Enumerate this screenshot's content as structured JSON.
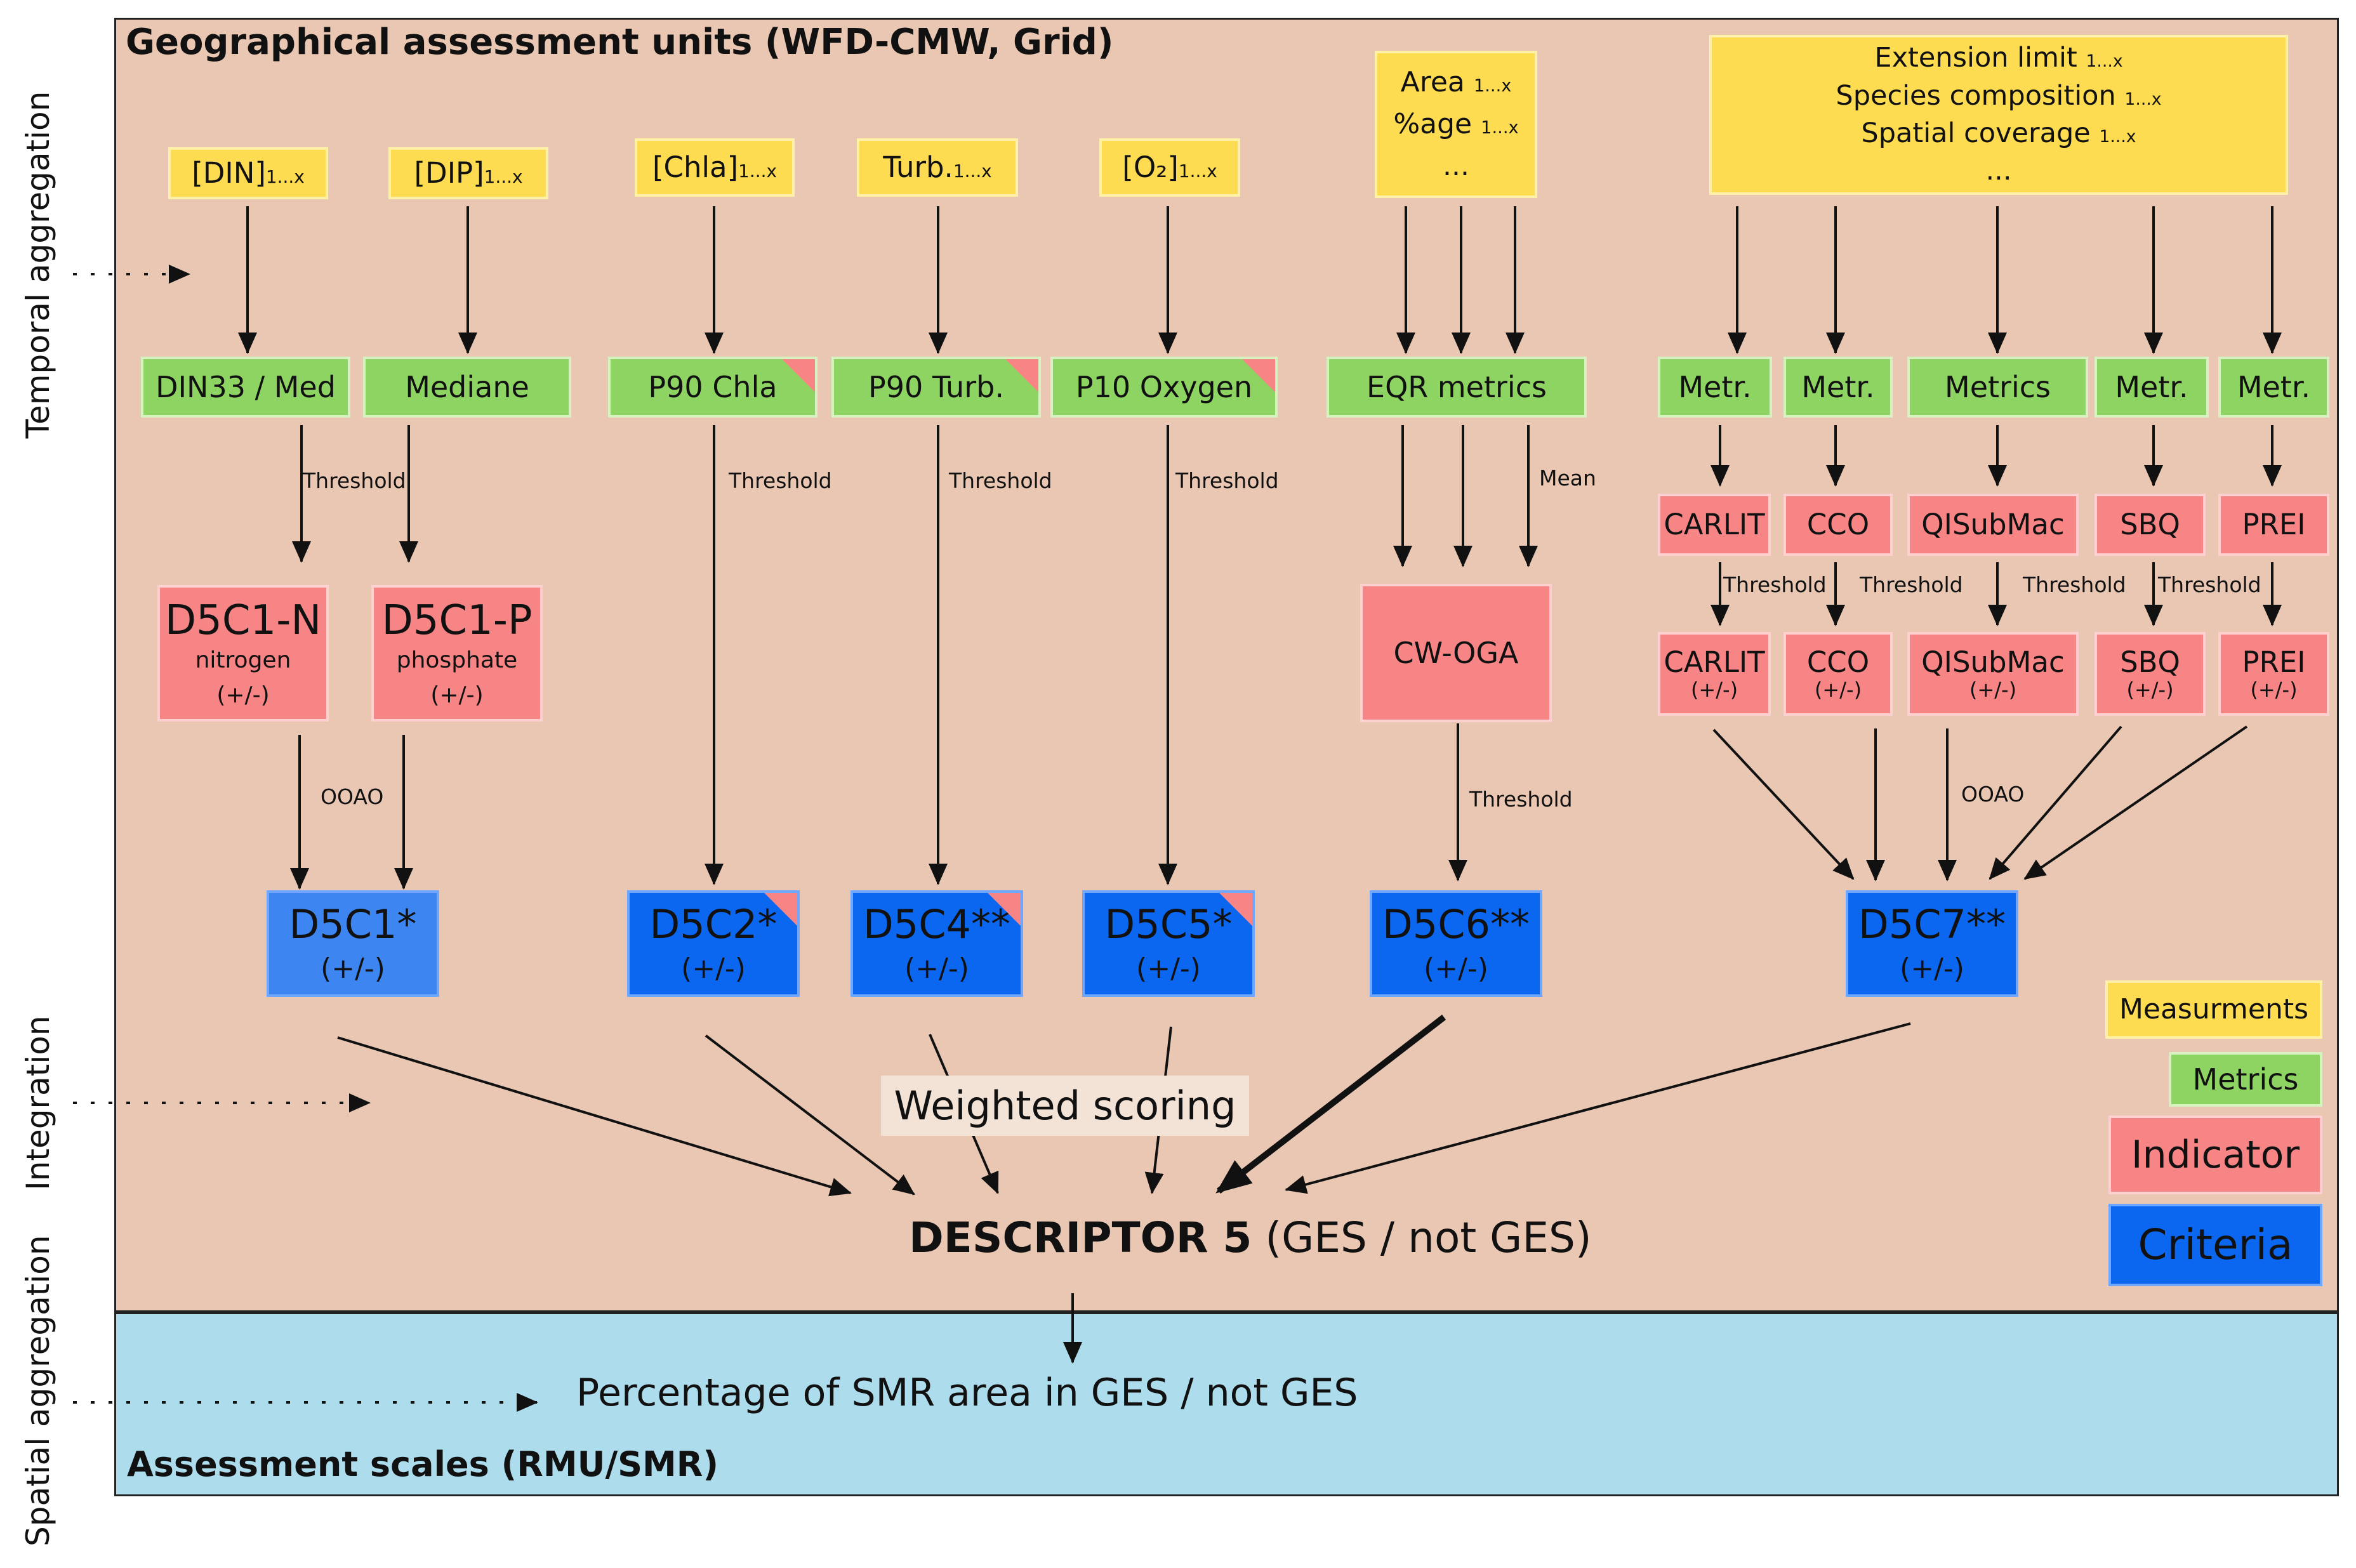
{
  "top_title": "Geographical assessment units (WFD-CMW, Grid)",
  "bottom_title": "Assessment scales (RMU/SMR)",
  "side_labels": {
    "temporal": "Temporal aggregation",
    "integration": "Integration",
    "spatial": "Spatial aggregation"
  },
  "measurements": {
    "din": {
      "main": "[DIN]",
      "sub": "1...x"
    },
    "dip": {
      "main": "[DIP]",
      "sub": "1...x"
    },
    "chla": {
      "main": "[Chla]",
      "sub": "1...x"
    },
    "turb": {
      "main": "Turb.",
      "sub": "1...x"
    },
    "o2": {
      "main": "[O₂]",
      "sub": "1...x"
    },
    "area": {
      "line1": "Area",
      "line1_sub": "1...x",
      "line2": "%age",
      "line2_sub": "1...x",
      "line3": "..."
    },
    "ext": {
      "line1": "Extension limit",
      "line1_sub": "1...x",
      "line2": "Species composition",
      "line2_sub": "1...x",
      "line3": "Spatial coverage",
      "line3_sub": "1...x",
      "line4": "..."
    }
  },
  "metrics": {
    "din33": "DIN33 / Med",
    "mediane": "Mediane",
    "p90chla": "P90 Chla",
    "p90turb": "P90 Turb.",
    "p10oxy": "P10 Oxygen",
    "eqr": "EQR metrics",
    "m1": "Metr.",
    "m2": "Metr.",
    "m3": "Metrics",
    "m4": "Metr.",
    "m5": "Metr."
  },
  "indicators": {
    "d5c1n": {
      "title": "D5C1-N",
      "sub": "nitrogen",
      "sign": "(+/-)"
    },
    "d5c1p": {
      "title": "D5C1-P",
      "sub": "phosphate",
      "sign": "(+/-)"
    },
    "cwoga": "CW-OGA",
    "top": [
      "CARLIT",
      "CCO",
      "QISubMac",
      "SBQ",
      "PREI"
    ],
    "bottom": [
      {
        "name": "CARLIT",
        "sign": "(+/-)"
      },
      {
        "name": "CCO",
        "sign": "(+/-)"
      },
      {
        "name": "QISubMac",
        "sign": "(+/-)"
      },
      {
        "name": "SBQ",
        "sign": "(+/-)"
      },
      {
        "name": "PREI",
        "sign": "(+/-)"
      }
    ]
  },
  "criteria": [
    {
      "name": "D5C1*",
      "sign": "(+/-)"
    },
    {
      "name": "D5C2*",
      "sign": "(+/-)"
    },
    {
      "name": "D5C4**",
      "sign": "(+/-)"
    },
    {
      "name": "D5C5*",
      "sign": "(+/-)"
    },
    {
      "name": "D5C6**",
      "sign": "(+/-)"
    },
    {
      "name": "D5C7**",
      "sign": "(+/-)"
    }
  ],
  "edge_labels": {
    "threshold": "Threshold",
    "mean": "Mean",
    "ooao": "OOAO"
  },
  "weighted_scoring": "Weighted scoring",
  "descriptor": {
    "bold": "DESCRIPTOR 5",
    "rest": " (GES / not GES)"
  },
  "percentage": "Percentage of SMR area in GES / not GES",
  "legend": {
    "measurements": "Measurments",
    "metrics": "Metrics",
    "indicator": "Indicator",
    "criteria": "Criteria"
  },
  "colors": {
    "top_panel": "#e9c7b3",
    "bottom_panel": "#addced",
    "measurement": "#fddc52",
    "metric": "#8ed462",
    "indicator": "#f78585",
    "criteria": "#0b67f0"
  }
}
